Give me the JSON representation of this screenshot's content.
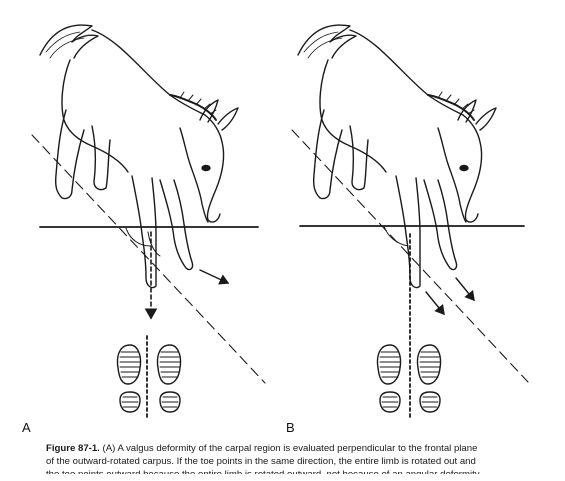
{
  "figure": {
    "panel_a_label": "A",
    "panel_b_label": "B",
    "colors": {
      "ink": "#1a1a1a",
      "paper": "#ffffff"
    }
  },
  "caption": {
    "figure_label": "Figure 87-1.",
    "line1_text": " (A) A valgus deformity of the carpal region is evaluated perpendicular to the frontal plane",
    "line2_text": "of the outward-rotated carpus. If the toe points in the same direction, the entire limb is rotated out and",
    "line3_text": "the toe points outward because the entire limb is rotated outward, not because of an angular deformity."
  }
}
